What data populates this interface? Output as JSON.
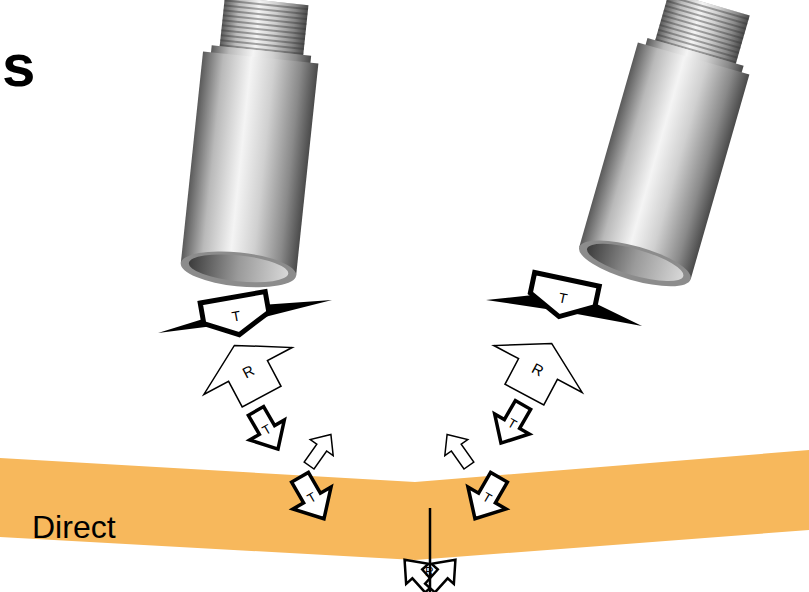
{
  "diagram": {
    "nodes": [
      {
        "text": [
          "T"
        ]
      },
      {
        "text": [
          "T"
        ]
      },
      {
        "text": [
          "R"
        ]
      },
      {
        "text": [
          "R"
        ]
      },
      {
        "text": [
          "T"
        ]
      },
      {
        "text": [
          "T"
        ]
      },
      {
        "text": [
          "Direct"
        ]
      },
      {
        "text": [
          "T"
        ]
      },
      {
        "text": [
          "T"
        ]
      },
      {
        "text": [
          "R"
        ]
      }
    ],
    "labels": [
      "s"
    ]
  }
}
